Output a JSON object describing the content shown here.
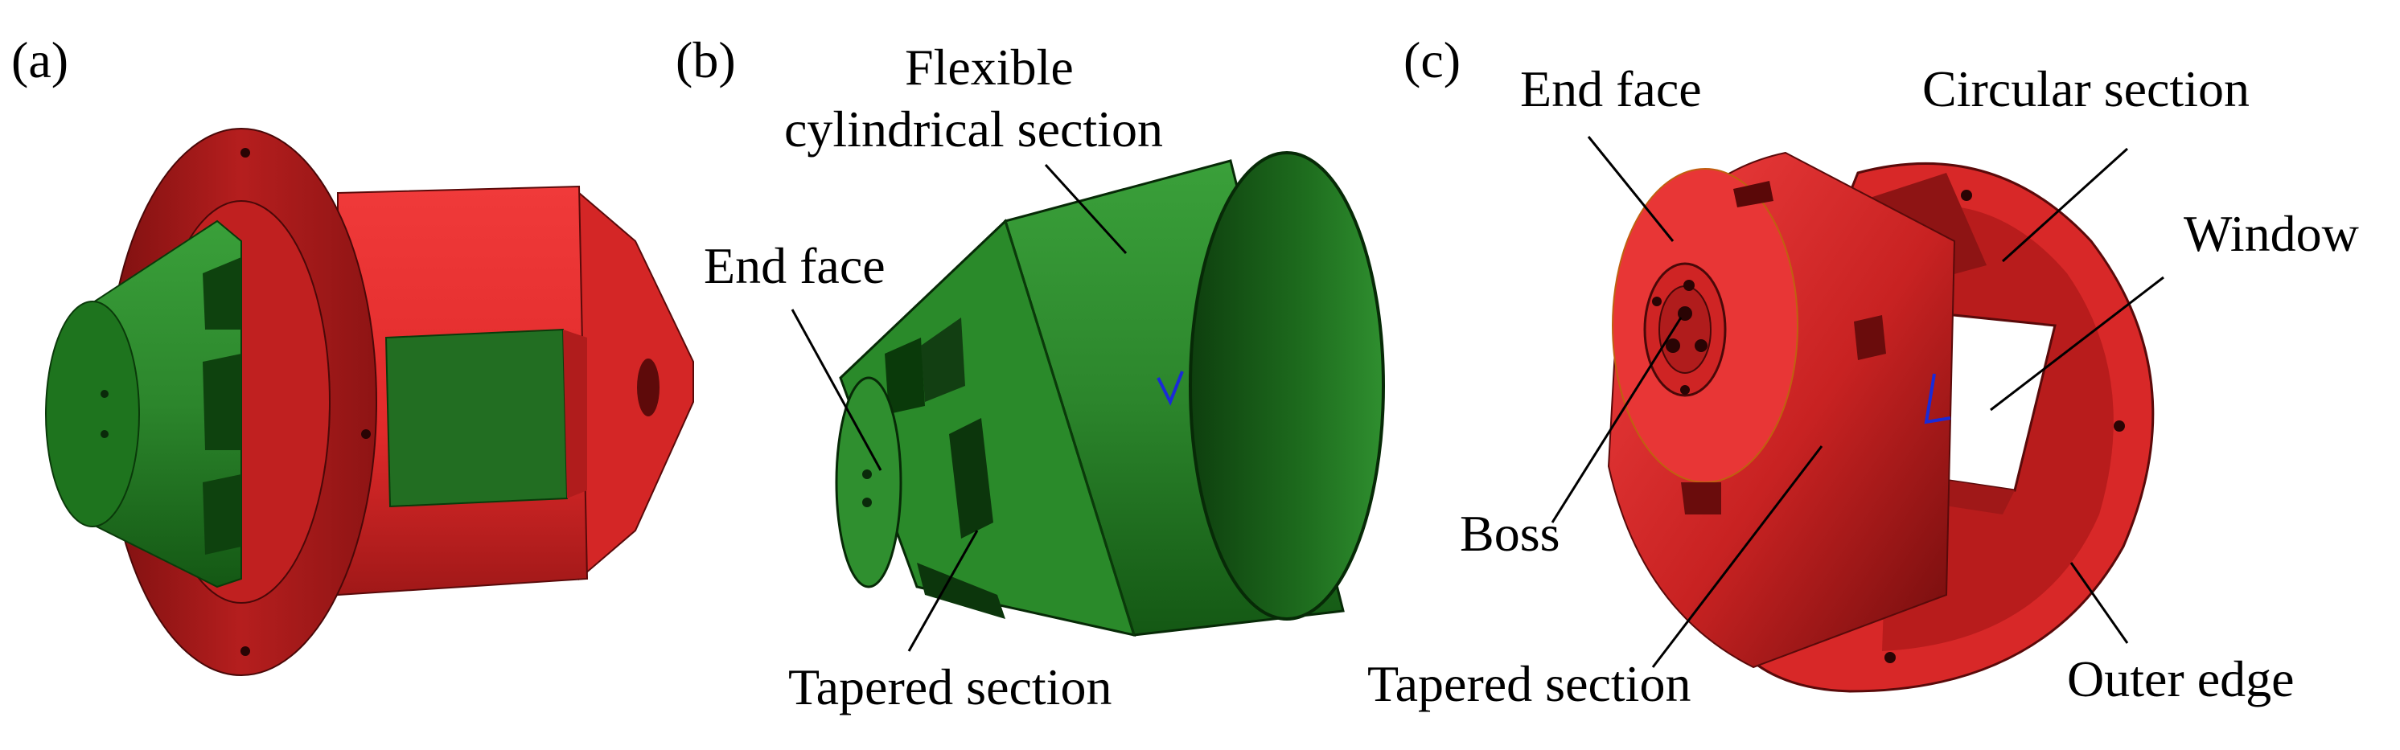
{
  "panels": [
    {
      "id": "a",
      "label": "(a)",
      "callouts": []
    },
    {
      "id": "b",
      "label": "(b)",
      "callouts": [
        {
          "id": "flexible-1",
          "text": "Flexible"
        },
        {
          "id": "flexible-2",
          "text": "cylindrical section"
        },
        {
          "id": "end-face",
          "text": "End face"
        },
        {
          "id": "tapered",
          "text": "Tapered section"
        }
      ]
    },
    {
      "id": "c",
      "label": "(c)",
      "callouts": [
        {
          "id": "end-face",
          "text": "End face"
        },
        {
          "id": "circular",
          "text": "Circular section"
        },
        {
          "id": "window",
          "text": "Window"
        },
        {
          "id": "boss",
          "text": "Boss"
        },
        {
          "id": "tapered",
          "text": "Tapered section"
        },
        {
          "id": "outer-edge",
          "text": "Outer edge"
        }
      ]
    }
  ],
  "colors": {
    "red": "#e53030",
    "red_dark": "#8a1414",
    "green": "#2f8a2f",
    "green_dark": "#0f4d0f",
    "line": "#000000",
    "background": "#ffffff"
  }
}
